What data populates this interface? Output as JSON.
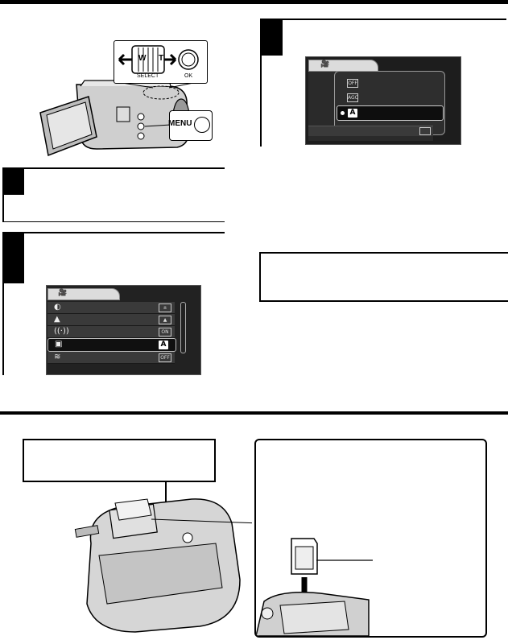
{
  "camera_diagram": {
    "zoom_w": "W",
    "zoom_t": "T",
    "select_label": "SELECT",
    "ok_label": "OK",
    "menu_button_label": "MENU"
  },
  "menu_main": {
    "rows": [
      {
        "icon": "brightness-icon",
        "value_icon": "exposure-value-icon"
      },
      {
        "icon": "scene-icon",
        "value_icon": "scene-value-icon"
      },
      {
        "icon": "stabilizer-icon",
        "value_icon": "ON"
      },
      {
        "icon": "gain-icon",
        "value_icon": "A",
        "selected": true
      },
      {
        "icon": "wind-icon",
        "value_icon": "OFF"
      }
    ]
  },
  "menu_sub": {
    "options": [
      {
        "label": "OFF"
      },
      {
        "label": "AGC"
      },
      {
        "label": "A",
        "selected": true
      }
    ]
  },
  "colors": {
    "menu_bg": "#1d1d1d",
    "menu_row": "#3a3a3a",
    "menu_tab": "#dcdcdc"
  }
}
